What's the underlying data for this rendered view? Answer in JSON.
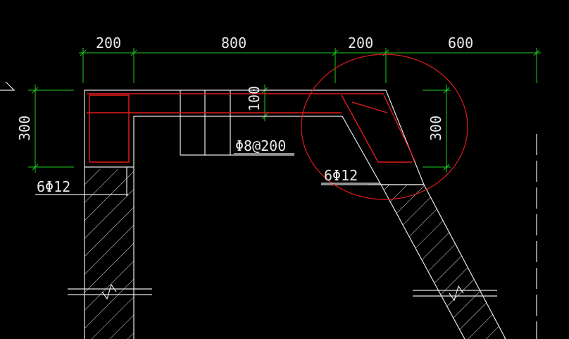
{
  "dimensions": {
    "top": [
      "200",
      "800",
      "200",
      "600"
    ],
    "left_height": "300",
    "right_height": "300",
    "slab_thickness": "100"
  },
  "annotations": {
    "rebar_left": "6Φ12",
    "rebar_right": "6Φ12",
    "stirrup": "Φ8@200"
  },
  "colors": {
    "dimension": "#1ecb1e",
    "outline": "#e8e8e8",
    "rebar": "#e01c1c",
    "background": "#000000"
  }
}
